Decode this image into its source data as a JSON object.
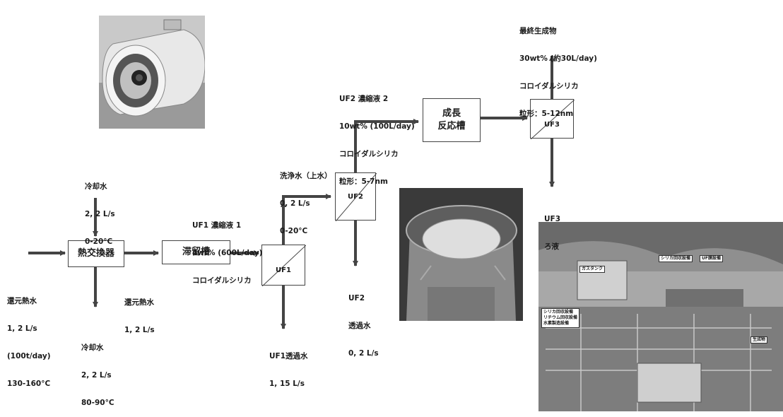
{
  "heat_exchanger": {
    "label": "熱交換器"
  },
  "retention_tank": {
    "label": "滞留槽"
  },
  "growth_tank": {
    "label_line1": "成長",
    "label_line2": "反応槽"
  },
  "uf1": {
    "label": "UF1"
  },
  "uf2": {
    "label": "UF2"
  },
  "uf3": {
    "label": "UF3"
  },
  "cooling_in": [
    "冷却水",
    "2, 2 L/s",
    "0-20°C"
  ],
  "cooling_out": [
    "冷却水",
    "2, 2 L/s",
    "80-90°C"
  ],
  "geo_in": [
    "還元熱水",
    "1, 2 L/s",
    "(100t/day)",
    "130-160°C"
  ],
  "geo_return": [
    "還元熱水",
    "1, 2 L/s"
  ],
  "uf1_conc": [
    "UF1 濃縮液 1",
    "4wt% (600L/day)",
    "コロイダルシリカ"
  ],
  "uf1_perm": [
    "UF1透過水",
    "1, 15 L/s"
  ],
  "wash_water": [
    "洗浄水（上水）",
    "0, 2 L/s",
    "0-20°C"
  ],
  "uf2_conc": [
    "UF2 濃縮液 2",
    "10wt% (100L/day)",
    "コロイダルシリカ",
    "粒形：5-7nm"
  ],
  "uf2_perm": [
    "UF2",
    "透過水",
    "0, 2 L/s"
  ],
  "final_product": [
    "最終生成物",
    "30wt% (約30L/day)",
    "コロイダルシリカ",
    "粒形：5-12nm"
  ],
  "uf3_filtrate": [
    "UF3",
    "ろ液"
  ],
  "photo_site_labels": [
    "シリカ回収設備",
    "ガスタンク",
    "UF膜設備",
    "生成物",
    "シリカ回収設備",
    "リチウム回収設備",
    "水素製造設備"
  ]
}
